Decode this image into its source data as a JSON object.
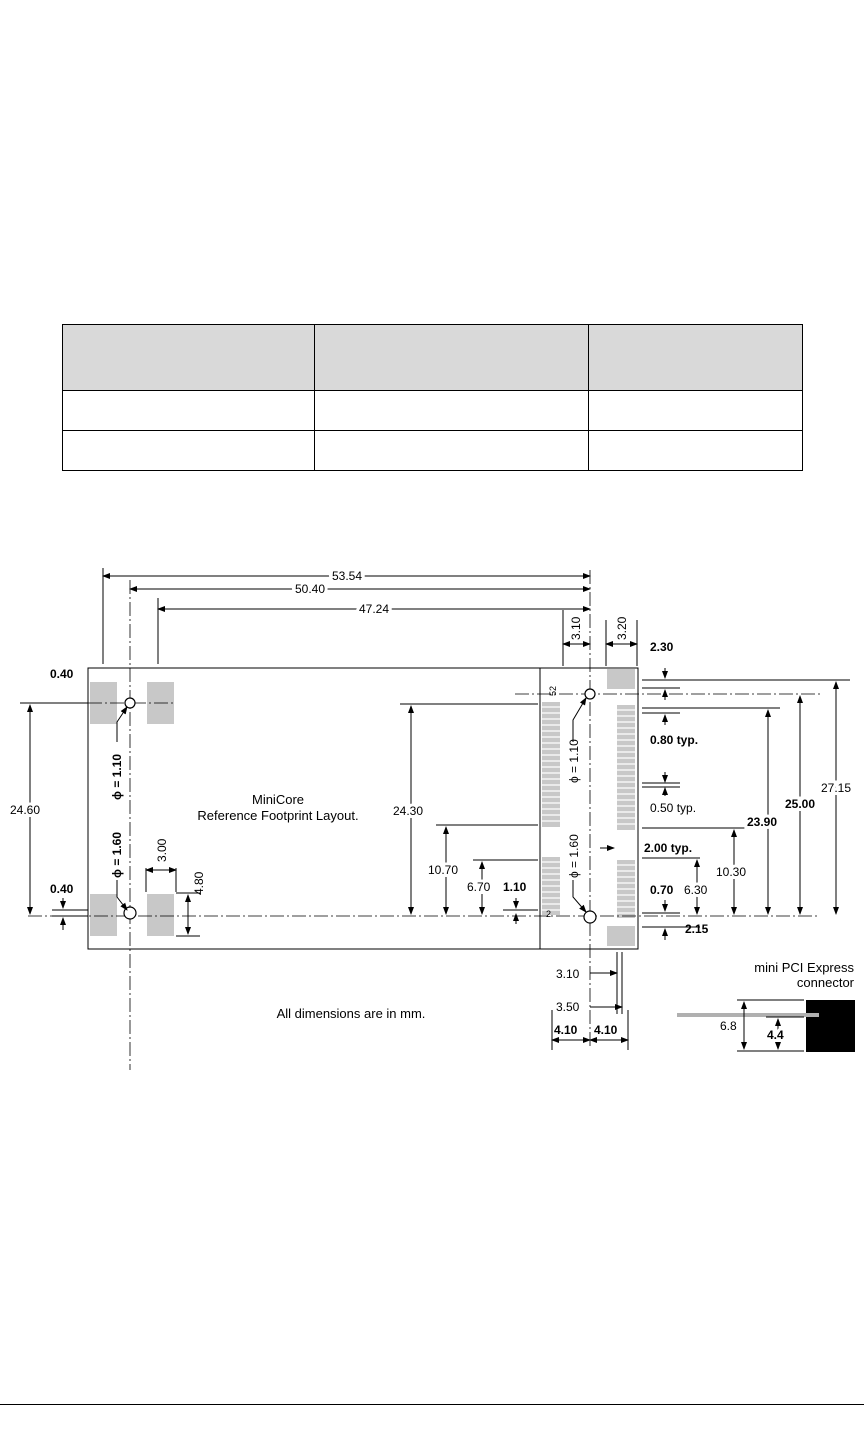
{
  "table": {
    "rows": [
      [
        "",
        "",
        ""
      ],
      [
        "",
        "",
        ""
      ],
      [
        "",
        "",
        ""
      ]
    ]
  },
  "drawing": {
    "title_line1": "MiniCore",
    "title_line2": "Reference Footprint Layout.",
    "units_note": "All dimensions are in mm.",
    "connector_label_line1": "mini PCI Express",
    "connector_label_line2": "connector",
    "connector_dim_a": "6.8",
    "connector_dim_b": "4.4",
    "pin_label_top": "52",
    "pin_label_bottom": "2",
    "dims": {
      "d53_54": "53.54",
      "d50_40": "50.40",
      "d47_24": "47.24",
      "d3_10_top": "3.10",
      "d3_20": "3.20",
      "d2_30": "2.30",
      "d0_40_top": "0.40",
      "d0_40_bottom": "0.40",
      "d24_60": "24.60",
      "d24_30": "24.30",
      "d10_70": "10.70",
      "d6_70": "6.70",
      "d1_10": "1.10",
      "d3_00": "3.00",
      "d4_80": "4.80",
      "phi_1_10_left": "ϕ = 1.10",
      "phi_1_60_left": "ϕ = 1.60",
      "phi_1_10_right": "ϕ = 1.10",
      "phi_1_60_right": "ϕ = 1.60",
      "d0_80_typ": "0.80 typ.",
      "d0_50_typ": "0.50 typ.",
      "d2_00_typ": "2.00 typ.",
      "d0_70": "0.70",
      "d6_30": "6.30",
      "d10_30": "10.30",
      "d23_90": "23.90",
      "d25_00": "25.00",
      "d27_15": "27.15",
      "d2_15": "2.15",
      "d3_10_bottom": "3.10",
      "d3_50": "3.50",
      "d4_10_left": "4.10",
      "d4_10_right": "4.10"
    }
  },
  "colors": {
    "pad": "#c8c8c8",
    "table_header": "#d9d9d9",
    "line": "#000000"
  }
}
